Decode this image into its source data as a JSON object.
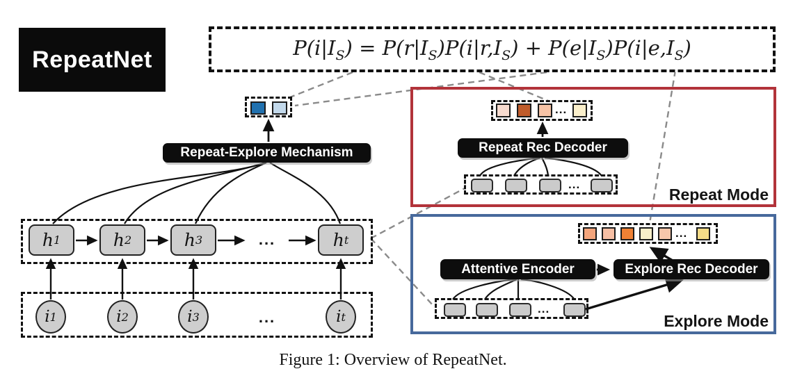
{
  "title": "RepeatNet",
  "formula": "P(i|I_S) = P(r|I_S)P(i|r,I_S) + P(e|I_S)P(i|e,I_S)",
  "caption": "Figure 1: Overview of RepeatNet.",
  "colors": {
    "repeat_border": "#b2333a",
    "explore_border": "#47699c",
    "repeat_prob": "#2171af",
    "explore_prob": "#c3d9eb"
  },
  "mechanism": {
    "label": "Repeat-Explore Mechanism"
  },
  "session": {
    "hidden_states": [
      "h_1",
      "h_2",
      "h_3",
      "h_t"
    ],
    "inputs": [
      "i_1",
      "i_2",
      "i_3",
      "i_t"
    ],
    "ellipsis": "..."
  },
  "repeat_mode": {
    "label": "Repeat Mode",
    "decoder": "Repeat Rec Decoder",
    "score_colors": [
      "#f8dcd0",
      "#c05c2b",
      "#f6c3a6",
      "#faefcb"
    ],
    "ellipsis": "..."
  },
  "explore_mode": {
    "label": "Explore Mode",
    "encoder": "Attentive Encoder",
    "decoder": "Explore Rec Decoder",
    "score_colors": [
      "#f4a57c",
      "#f7bfa4",
      "#ef8135",
      "#f7eec9",
      "#f8c7ab",
      "#f4dc88"
    ],
    "ellipsis": "..."
  }
}
